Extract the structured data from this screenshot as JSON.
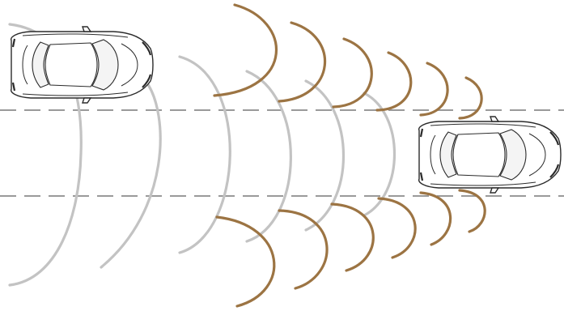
{
  "scene": {
    "name": "car-radar-diagram"
  },
  "colors": {
    "background": "#ffffff",
    "car_outline": "#2b2b2b",
    "car_body": "#ffffff",
    "car_glass": "#f4f4f4",
    "lane_marking": "#9a9a9a",
    "wave_gray": "#c3c3c3",
    "wave_brown": "#9c7443"
  },
  "elements": {
    "cars": [
      "vehicle-emitting",
      "vehicle-ahead"
    ],
    "lane_markings": [
      "lane-line-upper",
      "lane-line-lower"
    ],
    "wave_groups": [
      "gray-emitted-waves",
      "brown-upper-waves",
      "brown-lower-waves"
    ]
  }
}
